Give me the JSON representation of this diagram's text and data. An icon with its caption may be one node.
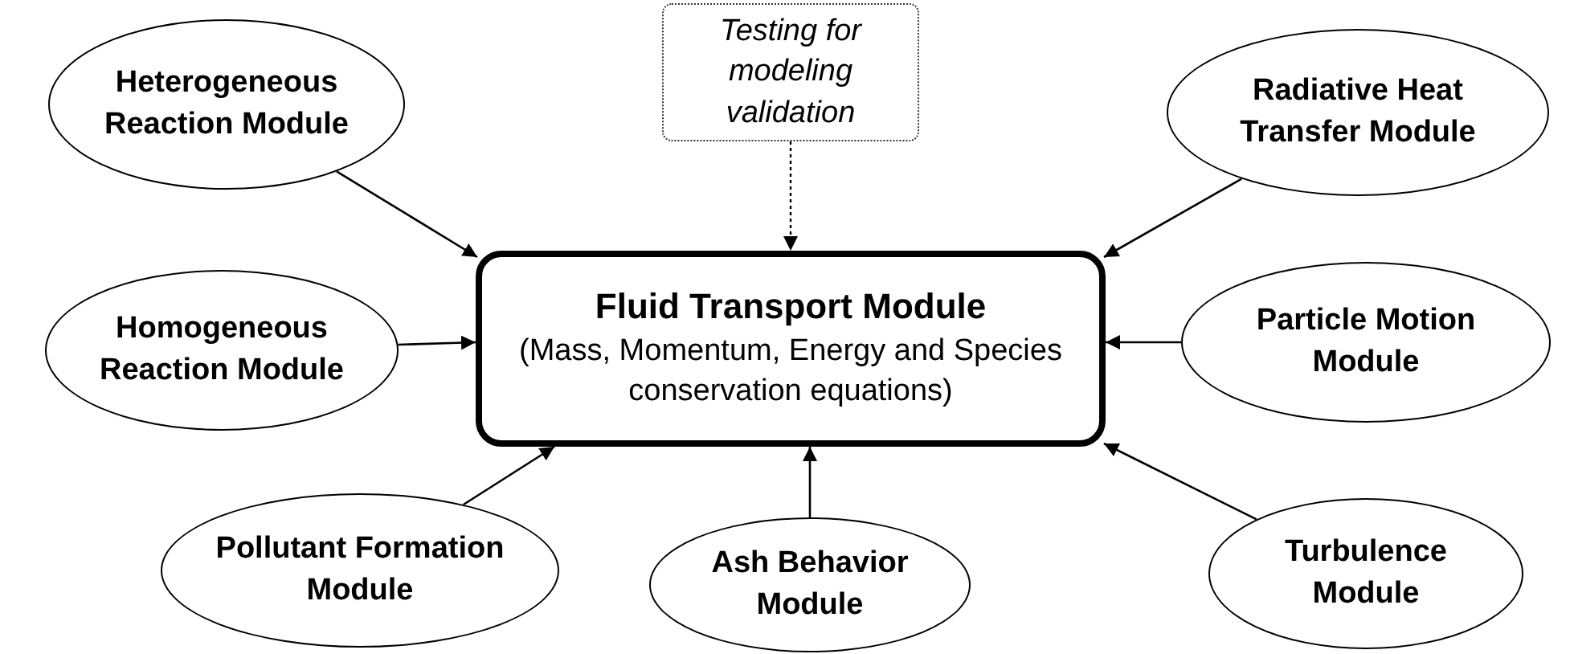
{
  "diagram": {
    "nodes": [
      {
        "text": [
          "Heterogeneous Reaction Module"
        ]
      },
      {
        "text": [
          "Testing for modeling validation"
        ]
      },
      {
        "text": [
          "Radiative Heat Transfer Module"
        ]
      },
      {
        "text": [
          "Homogeneous Reaction Module"
        ]
      },
      {
        "text": [
          "Fluid Transport Module",
          "(Mass, Momentum, Energy and Species conservation equations)"
        ]
      },
      {
        "text": [
          "Particle Motion Module"
        ]
      },
      {
        "text": [
          "Pollutant Formation  Module"
        ]
      },
      {
        "text": [
          "Ash Behavior Module"
        ]
      },
      {
        "text": [
          "Turbulence Module"
        ]
      }
    ],
    "edges": [
      {
        "from": 0,
        "to": 4,
        "arrow": "to"
      },
      {
        "from": 1,
        "to": 4,
        "arrow": "to",
        "style": "dashed"
      },
      {
        "from": 2,
        "to": 4,
        "arrow": "to"
      },
      {
        "from": 3,
        "to": 4,
        "arrow": "to"
      },
      {
        "from": 5,
        "to": 4,
        "arrow": "to"
      },
      {
        "from": 6,
        "to": 4,
        "arrow": "to"
      },
      {
        "from": 7,
        "to": 4,
        "arrow": "to"
      },
      {
        "from": 8,
        "to": 4,
        "arrow": "to"
      }
    ]
  }
}
